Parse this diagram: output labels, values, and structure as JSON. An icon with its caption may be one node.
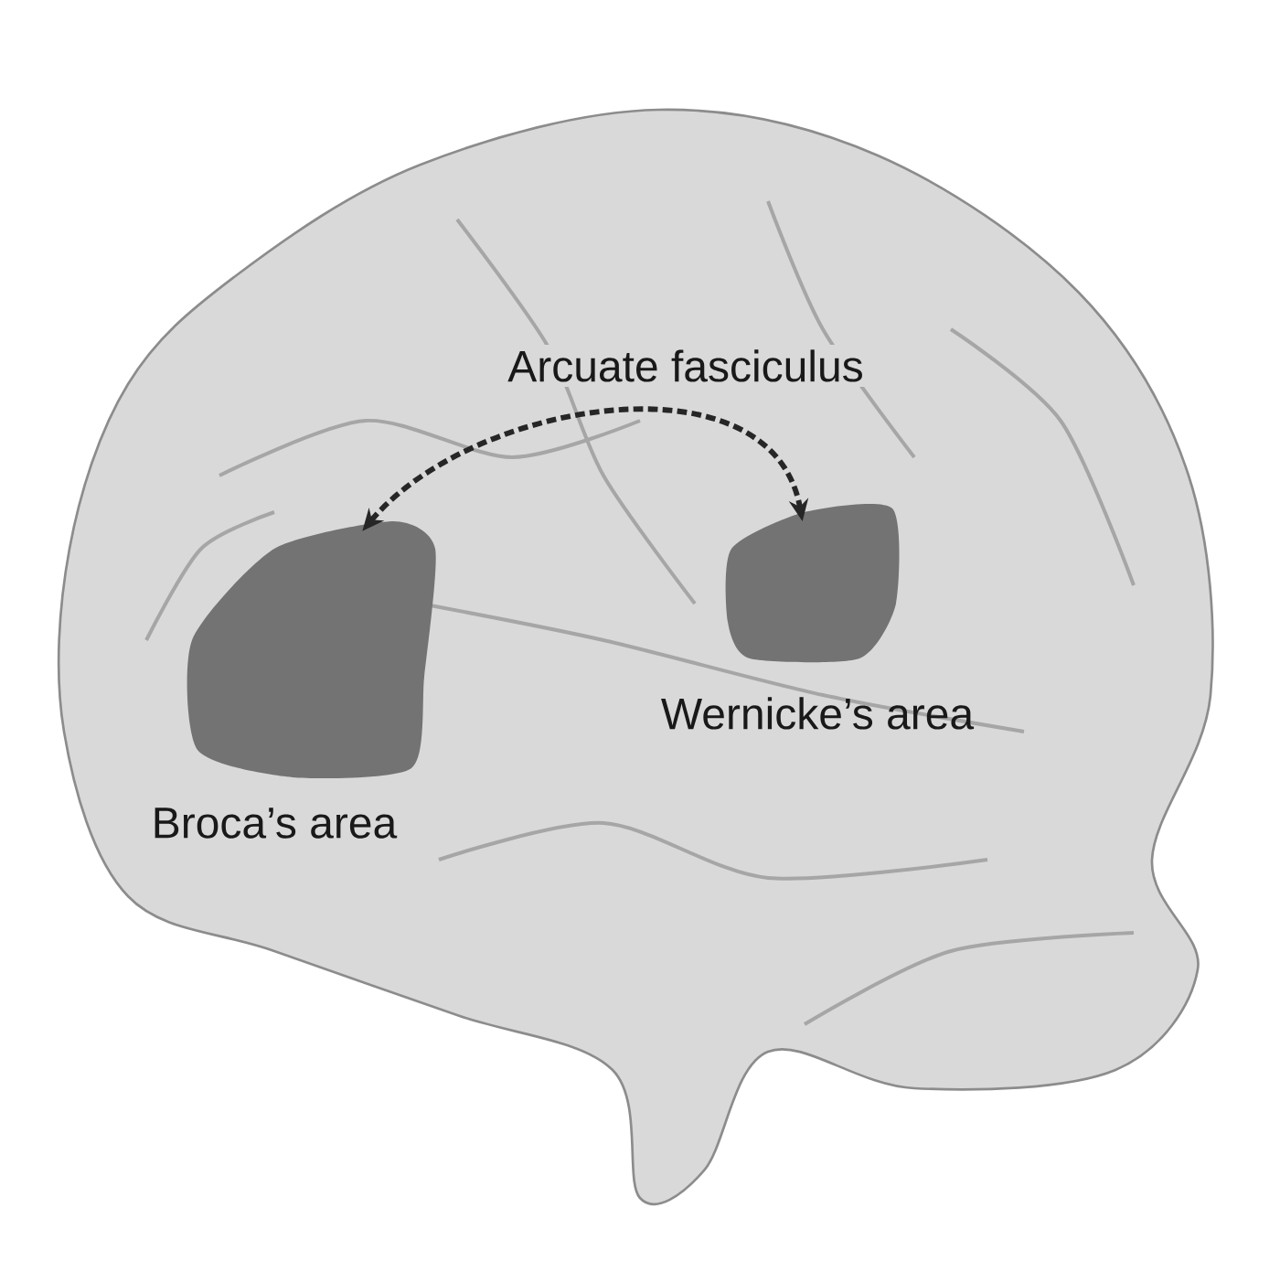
{
  "diagram": {
    "nodes": [
      {
        "text": [],
        "shape": "patch",
        "beside": [
          "Broca’s area"
        ]
      },
      {
        "text": [],
        "shape": "patch",
        "beside": [
          "Wernicke’s area"
        ]
      }
    ],
    "edges": [
      {
        "from": 0,
        "to": 1,
        "arrow": "both",
        "style": "dashed",
        "label": "Arcuate fasciculus"
      }
    ]
  }
}
